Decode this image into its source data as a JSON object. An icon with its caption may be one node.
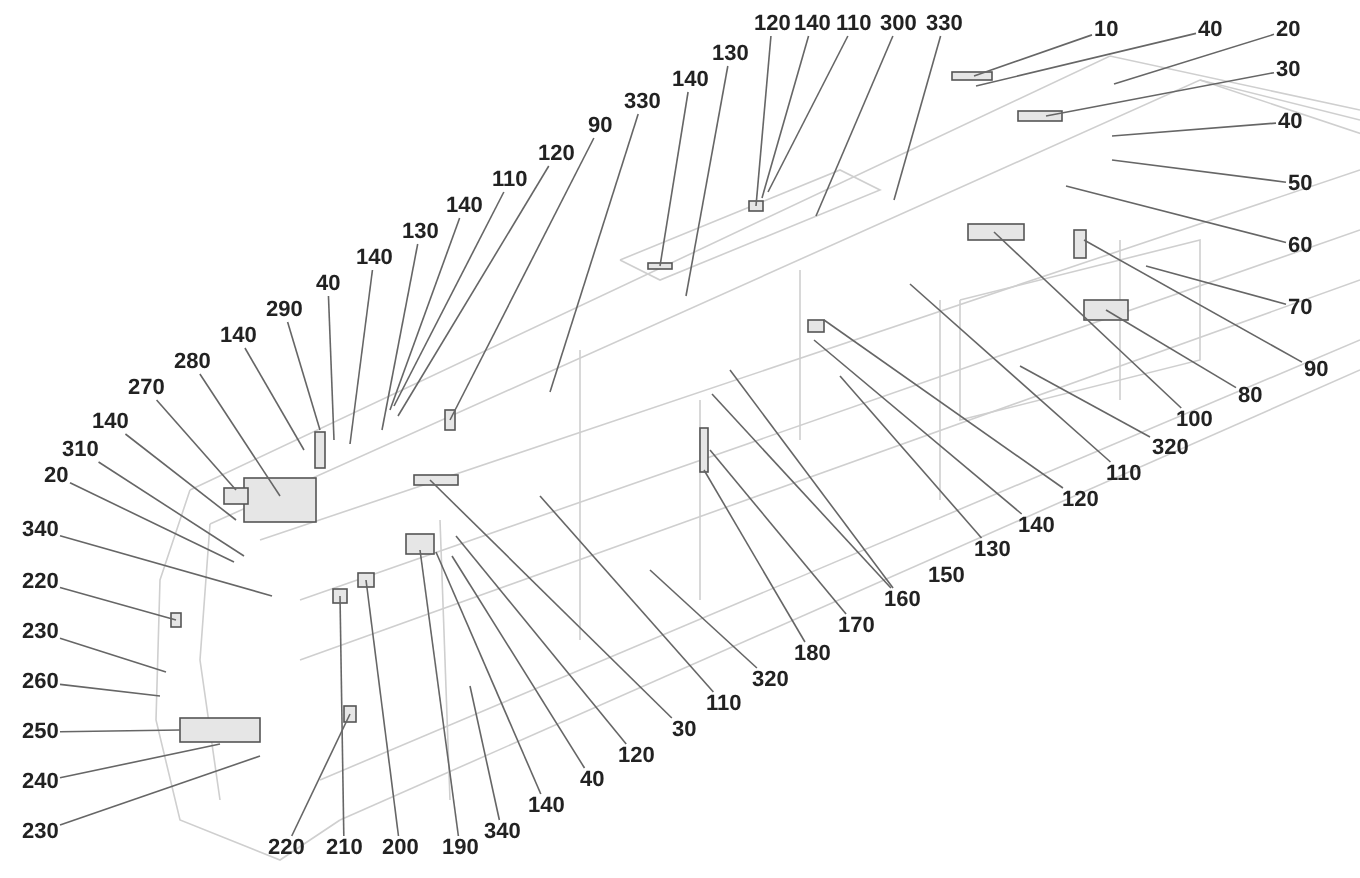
{
  "diagram": {
    "nodes": [
      {
        "text": [
          "120"
        ]
      },
      {
        "text": [
          "140"
        ]
      },
      {
        "text": [
          "110"
        ]
      },
      {
        "text": [
          "300"
        ]
      },
      {
        "text": [
          "330"
        ]
      },
      {
        "text": [
          "10"
        ]
      },
      {
        "text": [
          "40"
        ]
      },
      {
        "text": [
          "20"
        ]
      },
      {
        "text": [
          "30"
        ]
      },
      {
        "text": [
          "140"
        ]
      },
      {
        "text": [
          "130"
        ]
      },
      {
        "text": [
          "330"
        ]
      },
      {
        "text": [
          "90"
        ]
      },
      {
        "text": [
          "40"
        ]
      },
      {
        "text": [
          "120"
        ]
      },
      {
        "text": [
          "110"
        ]
      },
      {
        "text": [
          "50"
        ]
      },
      {
        "text": [
          "140"
        ]
      },
      {
        "text": [
          "130"
        ]
      },
      {
        "text": [
          "60"
        ]
      },
      {
        "text": [
          "140"
        ]
      },
      {
        "text": [
          "40"
        ]
      },
      {
        "text": [
          "290"
        ]
      },
      {
        "text": [
          "70"
        ]
      },
      {
        "text": [
          "140"
        ]
      },
      {
        "text": [
          "280"
        ]
      },
      {
        "text": [
          "90"
        ]
      },
      {
        "text": [
          "270"
        ]
      },
      {
        "text": [
          "80"
        ]
      },
      {
        "text": [
          "140"
        ]
      },
      {
        "text": [
          "100"
        ]
      },
      {
        "text": [
          "310"
        ]
      },
      {
        "text": [
          "320"
        ]
      },
      {
        "text": [
          "20"
        ]
      },
      {
        "text": [
          "110"
        ]
      },
      {
        "text": [
          "120"
        ]
      },
      {
        "text": [
          "140"
        ]
      },
      {
        "text": [
          "340"
        ]
      },
      {
        "text": [
          "130"
        ]
      },
      {
        "text": [
          "160"
        ]
      },
      {
        "text": [
          "220"
        ]
      },
      {
        "text": [
          "170"
        ]
      },
      {
        "text": [
          "230"
        ]
      },
      {
        "text": [
          "180"
        ]
      },
      {
        "text": [
          "320"
        ]
      },
      {
        "text": [
          "260"
        ]
      },
      {
        "text": [
          "110"
        ]
      },
      {
        "text": [
          "30"
        ]
      },
      {
        "text": [
          "250"
        ]
      },
      {
        "text": [
          "120"
        ]
      },
      {
        "text": [
          "40"
        ]
      },
      {
        "text": [
          "240"
        ]
      },
      {
        "text": [
          "140"
        ]
      },
      {
        "text": [
          "340"
        ]
      },
      {
        "text": [
          "230"
        ]
      },
      {
        "text": [
          "220"
        ]
      },
      {
        "text": [
          "210"
        ]
      },
      {
        "text": [
          "200"
        ]
      },
      {
        "text": [
          "190"
        ]
      }
    ],
    "edges": [
      {
        "from": 0,
        "to": null,
        "arrow": "none"
      },
      {
        "from": 1,
        "to": null,
        "arrow": "none"
      },
      {
        "from": 2,
        "to": null,
        "arrow": "none"
      },
      {
        "from": 3,
        "to": null,
        "arrow": "none"
      },
      {
        "from": 4,
        "to": null,
        "arrow": "none"
      },
      {
        "from": 5,
        "to": null,
        "arrow": "none"
      },
      {
        "from": 6,
        "to": null,
        "arrow": "none"
      },
      {
        "from": 7,
        "to": null,
        "arrow": "none"
      },
      {
        "from": 8,
        "to": null,
        "arrow": "none"
      },
      {
        "from": 9,
        "to": null,
        "arrow": "none"
      },
      {
        "from": 10,
        "to": null,
        "arrow": "none"
      },
      {
        "from": 11,
        "to": null,
        "arrow": "none"
      },
      {
        "from": 12,
        "to": null,
        "arrow": "none"
      },
      {
        "from": 13,
        "to": null,
        "arrow": "none"
      },
      {
        "from": 14,
        "to": null,
        "arrow": "none"
      },
      {
        "from": 15,
        "to": null,
        "arrow": "none"
      },
      {
        "from": 16,
        "to": null,
        "arrow": "none"
      },
      {
        "from": 17,
        "to": null,
        "arrow": "none"
      },
      {
        "from": 18,
        "to": null,
        "arrow": "none"
      },
      {
        "from": 19,
        "to": null,
        "arrow": "none"
      },
      {
        "from": 20,
        "to": null,
        "arrow": "none"
      },
      {
        "from": 21,
        "to": null,
        "arrow": "none"
      },
      {
        "from": 22,
        "to": null,
        "arrow": "none"
      },
      {
        "from": 23,
        "to": null,
        "arrow": "none"
      },
      {
        "from": 24,
        "to": null,
        "arrow": "none"
      },
      {
        "from": 25,
        "to": null,
        "arrow": "none"
      },
      {
        "from": 26,
        "to": null,
        "arrow": "none"
      },
      {
        "from": 27,
        "to": null,
        "arrow": "none"
      },
      {
        "from": 28,
        "to": null,
        "arrow": "none"
      },
      {
        "from": 29,
        "to": null,
        "arrow": "none"
      },
      {
        "from": 30,
        "to": null,
        "arrow": "none"
      },
      {
        "from": 31,
        "to": null,
        "arrow": "none"
      },
      {
        "from": 32,
        "to": null,
        "arrow": "none"
      },
      {
        "from": 33,
        "to": null,
        "arrow": "none"
      },
      {
        "from": 34,
        "to": null,
        "arrow": "none"
      },
      {
        "from": 35,
        "to": null,
        "arrow": "none"
      },
      {
        "from": 36,
        "to": null,
        "arrow": "none"
      },
      {
        "from": 37,
        "to": null,
        "arrow": "none"
      },
      {
        "from": 38,
        "to": null,
        "arrow": "none"
      },
      {
        "from": 39,
        "to": null,
        "arrow": "none"
      },
      {
        "from": 39,
        "to": null,
        "arrow": "none"
      },
      {
        "from": 40,
        "to": null,
        "arrow": "none"
      },
      {
        "from": 41,
        "to": null,
        "arrow": "none"
      },
      {
        "from": 42,
        "to": null,
        "arrow": "none"
      },
      {
        "from": 43,
        "to": null,
        "arrow": "none"
      },
      {
        "from": 44,
        "to": null,
        "arrow": "none"
      },
      {
        "from": 45,
        "to": null,
        "arrow": "none"
      },
      {
        "from": 46,
        "to": null,
        "arrow": "none"
      },
      {
        "from": 47,
        "to": null,
        "arrow": "none"
      },
      {
        "from": 48,
        "to": null,
        "arrow": "none"
      },
      {
        "from": 49,
        "to": null,
        "arrow": "none"
      },
      {
        "from": 50,
        "to": null,
        "arrow": "none"
      },
      {
        "from": 51,
        "to": null,
        "arrow": "none"
      },
      {
        "from": 52,
        "to": null,
        "arrow": "none"
      },
      {
        "from": 53,
        "to": null,
        "arrow": "none"
      },
      {
        "from": 54,
        "to": null,
        "arrow": "none"
      },
      {
        "from": 55,
        "to": null,
        "arrow": "none"
      },
      {
        "from": 56,
        "to": null,
        "arrow": "none"
      },
      {
        "from": 57,
        "to": null,
        "arrow": "none"
      },
      {
        "from": 58,
        "to": null,
        "arrow": "none"
      }
    ],
    "labels": [
      "150"
    ]
  }
}
